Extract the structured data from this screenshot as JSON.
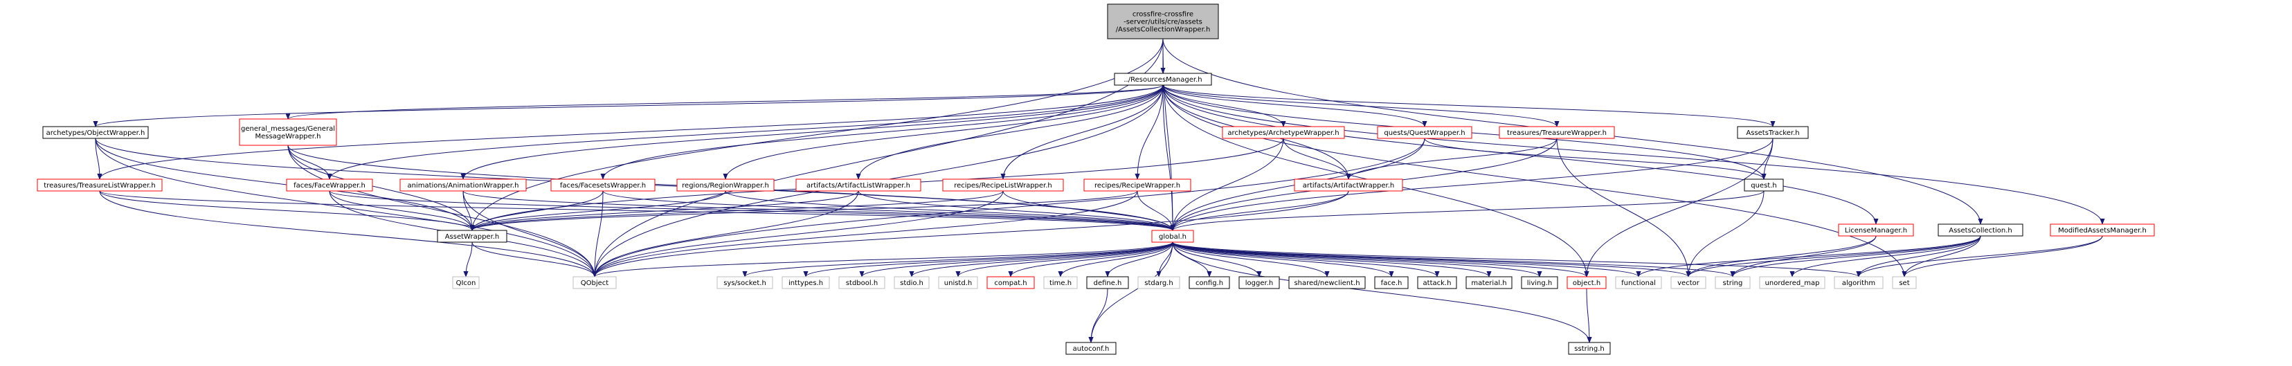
{
  "colors": {
    "edge": "#191970",
    "root_fill": "#bfbfbf",
    "node_border": "#000000",
    "undocumented_border": "#ff0000",
    "external_border": "#bfbfbf",
    "external_text": "#404040"
  },
  "nodes": {
    "root": "crossfire-crossfire-server/utils/cre/assets/AssetsCollectionWrapper.h",
    "resources_manager": "../ResourcesManager.h",
    "object_wrapper": "archetypes/ObjectWrapper.h",
    "general_message_wrapper": "general_messages/GeneralMessageWrapper.h",
    "archetype_wrapper": "archetypes/ArchetypeWrapper.h",
    "quest_wrapper": "quests/QuestWrapper.h",
    "treasure_wrapper": "treasures/TreasureWrapper.h",
    "assets_tracker": "AssetsTracker.h",
    "treasure_list_wrapper": "treasures/TreasureListWrapper.h",
    "face_wrapper": "faces/FaceWrapper.h",
    "animation_wrapper": "animations/AnimationWrapper.h",
    "facesets_wrapper": "faces/FacesetsWrapper.h",
    "region_wrapper": "regions/RegionWrapper.h",
    "artifact_list_wrapper": "artifacts/ArtifactListWrapper.h",
    "recipe_list_wrapper": "recipes/RecipeListWrapper.h",
    "recipe_wrapper": "recipes/RecipeWrapper.h",
    "artifact_wrapper": "artifacts/ArtifactWrapper.h",
    "quest_h": "quest.h",
    "license_manager": "LicenseManager.h",
    "assets_collection": "AssetsCollection.h",
    "modified_assets_manager": "ModifiedAssetsManager.h",
    "asset_wrapper": "AssetWrapper.h",
    "global_h": "global.h",
    "qicon": "QIcon",
    "qobject": "QObject",
    "sys_socket": "sys/socket.h",
    "inttypes": "inttypes.h",
    "stdbool": "stdbool.h",
    "stdio": "stdio.h",
    "unistd": "unistd.h",
    "compat": "compat.h",
    "time_h": "time.h",
    "define_h": "define.h",
    "stdarg": "stdarg.h",
    "config": "config.h",
    "logger": "logger.h",
    "newclient": "shared/newclient.h",
    "face_h": "face.h",
    "attack": "attack.h",
    "material": "material.h",
    "living": "living.h",
    "object_h": "object.h",
    "functional": "functional",
    "vector": "vector",
    "string": "string",
    "unordered_map": "unordered_map",
    "algorithm": "algorithm",
    "set": "set",
    "autoconf": "autoconf.h",
    "sstring": "sstring.h"
  }
}
